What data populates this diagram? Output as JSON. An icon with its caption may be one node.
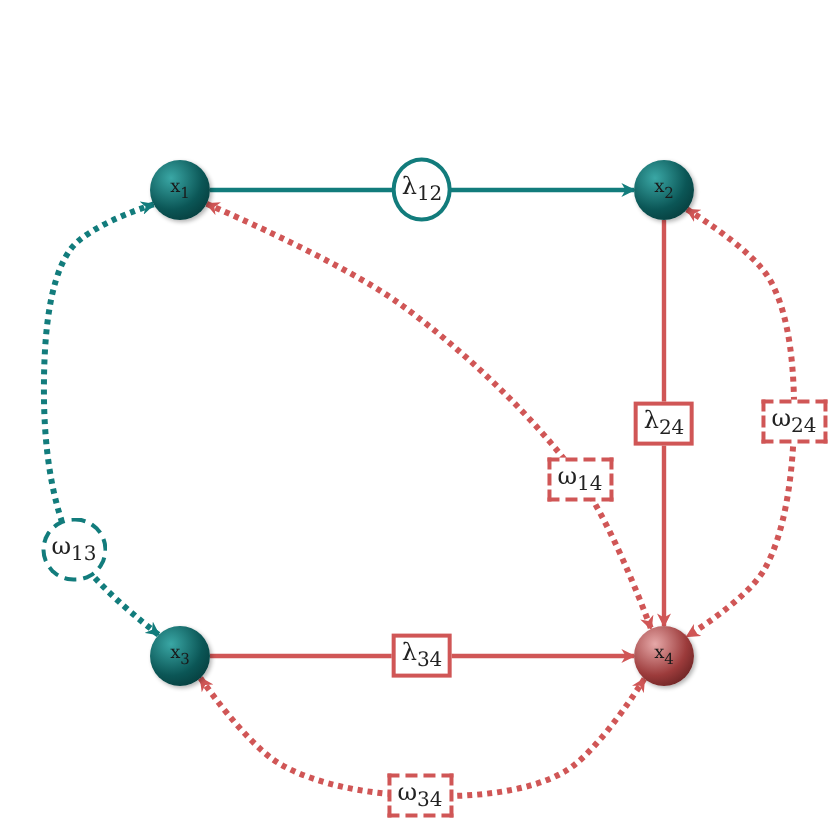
{
  "diagram": {
    "nodes": [
      {
        "text": [
          "x$_{1}$"
        ]
      },
      {
        "text": [
          "x$_{2}$"
        ]
      },
      {
        "text": [
          "x$_{3}$"
        ]
      },
      {
        "text": [
          "x$_{4}$"
        ]
      }
    ],
    "edges": [
      {
        "from": 0,
        "to": 1,
        "arrow": "to",
        "label": "λ$_{12}$",
        "color": "#127c7c"
      },
      {
        "from": 1,
        "to": 3,
        "arrow": "to",
        "label": "λ$_{24}$"
      },
      {
        "from": 2,
        "to": 3,
        "arrow": "to",
        "label": "λ$_{34}$"
      },
      {
        "from": 0,
        "to": 2,
        "arrow": "both",
        "label": "ω$_{13}$",
        "style": "dashed",
        "color": "#127c7c"
      },
      {
        "from": 0,
        "to": 3,
        "arrow": "both",
        "label": "ω$_{14}$",
        "style": "dashed"
      },
      {
        "from": 1,
        "to": 3,
        "arrow": "both",
        "label": "ω$_{24}$",
        "style": "dashed"
      },
      {
        "from": 2,
        "to": 3,
        "arrow": "both",
        "label": "ω$_{34}$",
        "style": "dashed"
      }
    ]
  }
}
